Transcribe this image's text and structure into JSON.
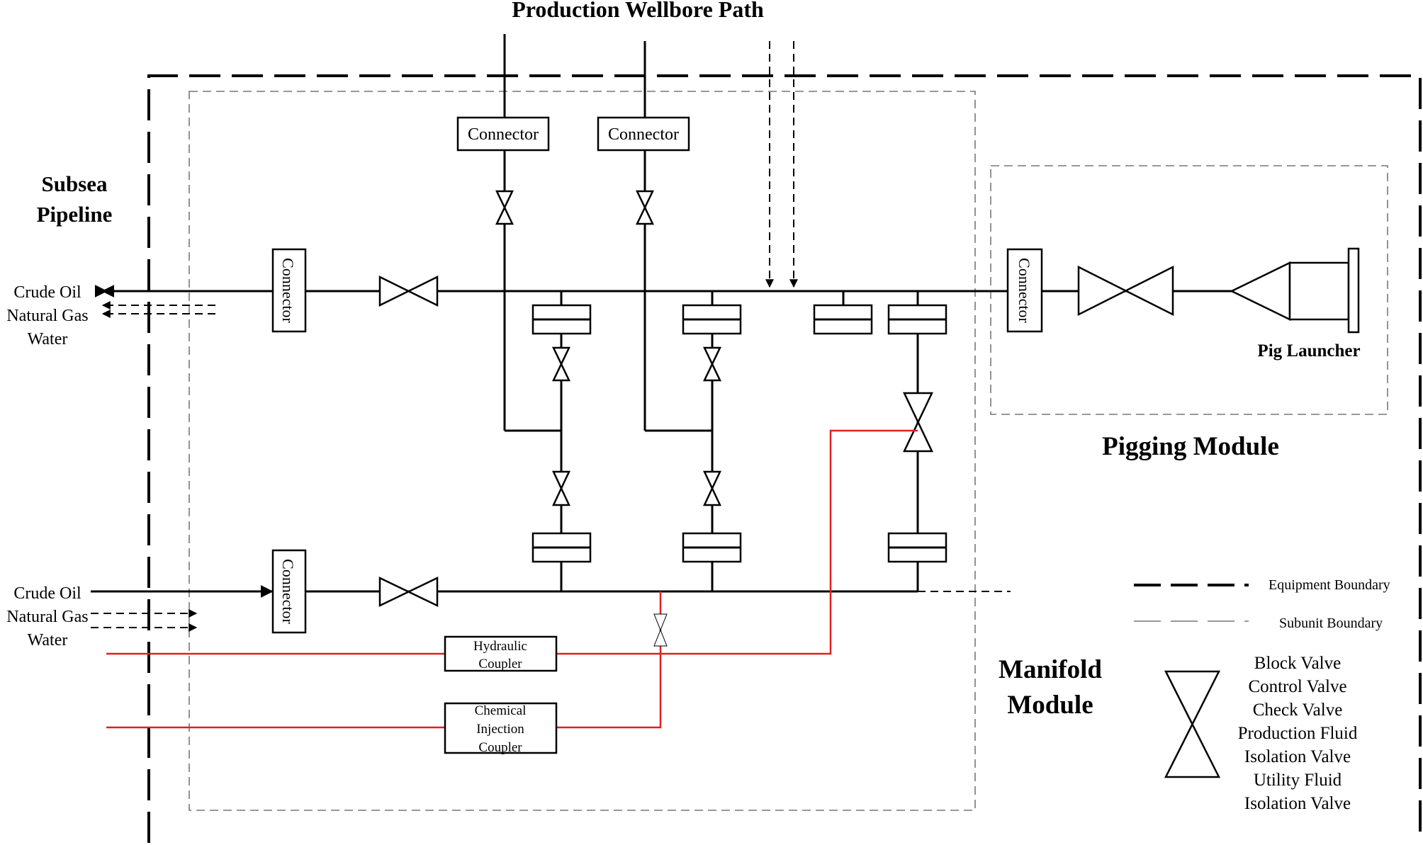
{
  "title": "Production Wellbore Path",
  "labels": {
    "subsea_pipeline": [
      "Subsea",
      "Pipeline"
    ],
    "pigging_module": "Pigging Module",
    "pig_launcher": "Pig Launcher",
    "manifold_module": [
      "Manifold",
      "Module"
    ],
    "connector": "Connector",
    "hydraulic_coupler": [
      "Hydraulic",
      "Coupler"
    ],
    "chemical_injection_coupler": [
      "Chemical",
      "Injection",
      "Coupler"
    ]
  },
  "fluids_out": [
    "Crude Oil",
    "Natural Gas",
    "Water"
  ],
  "fluids_in": [
    "Crude Oil",
    "Natural Gas",
    "Water"
  ],
  "legend": {
    "equipment_boundary": "Equipment Boundary",
    "subunit_boundary": "Subunit Boundary",
    "valve_types": [
      "Block Valve",
      "Control Valve",
      "Check Valve",
      "Production Fluid",
      "Isolation Valve",
      "Utility Fluid",
      "Isolation Valve"
    ]
  },
  "colors": {
    "line": "#000000",
    "utility_line": "#e02020",
    "subunit_boundary": "#777777"
  }
}
